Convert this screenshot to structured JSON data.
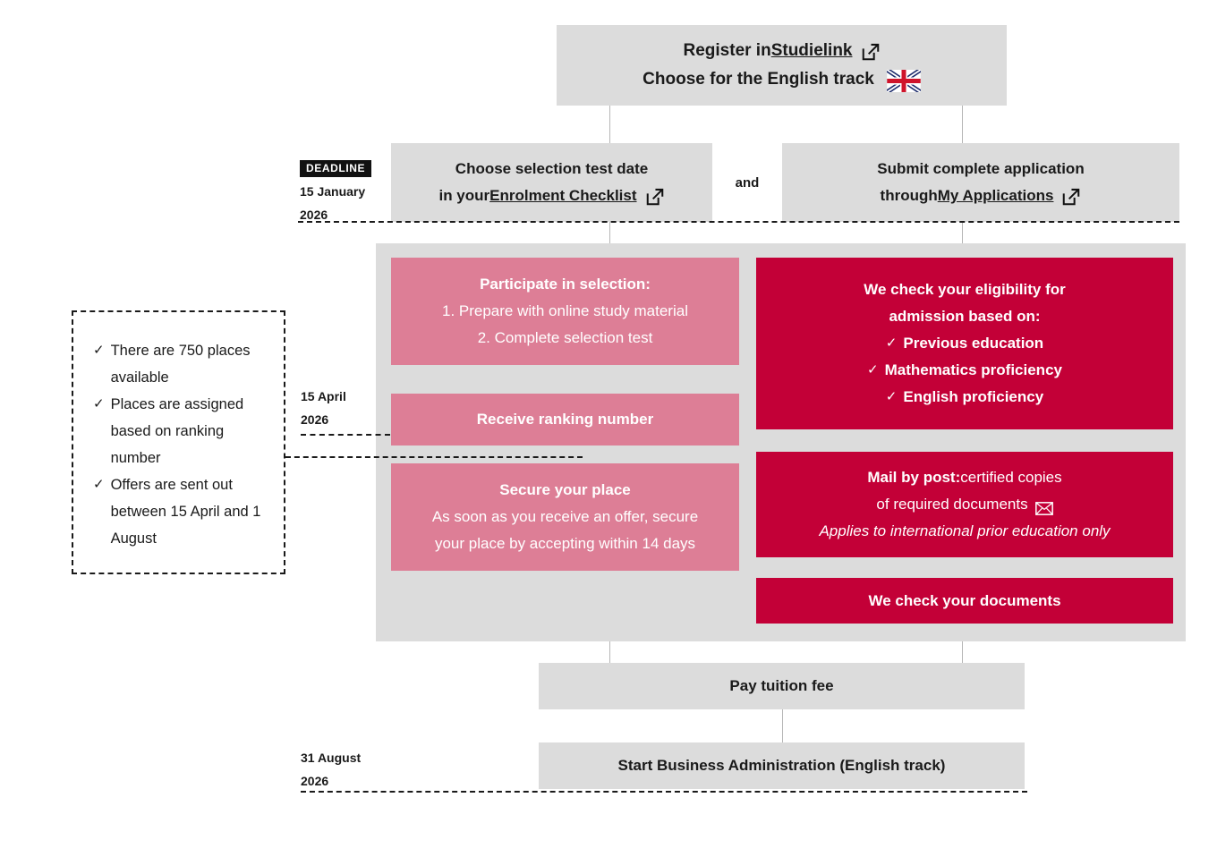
{
  "meta": {
    "title": "Business Administration (English track) application flowchart",
    "colors": {
      "grey": "#dcdcdc",
      "pink": "#dd7e96",
      "red": "#c30037",
      "black": "#111111",
      "white": "#ffffff"
    }
  },
  "register": {
    "line1_pre": "Register in ",
    "line1_link": "Studielink",
    "line2": "Choose for the English track",
    "external_icon": "external-link-icon",
    "flag_icon": "uk-flag-icon"
  },
  "deadline_january": {
    "tag": "DEADLINE",
    "date_line1": "15 January",
    "date_line2": "2026"
  },
  "selection_test": {
    "line1": "Choose selection test date",
    "line2_pre": "in your ",
    "line2_link": "Enrolment Checklist",
    "external_icon": "external-link-icon"
  },
  "connector_and": "and",
  "submit_application": {
    "line1": "Submit complete application",
    "line2_pre": "through ",
    "line2_link": "My Applications",
    "external_icon": "external-link-icon"
  },
  "info_box": {
    "items": [
      "There are 750 places available",
      "Places are assigned based on ranking number",
      "Offers are sent out between 15 April and 1 August"
    ],
    "check_glyph": "✓"
  },
  "date_april": {
    "date_line1": "15 April",
    "date_line2": "2026"
  },
  "participate": {
    "title": "Participate in selection:",
    "line2": "1. Prepare with online study material",
    "line3": "2. Complete selection test"
  },
  "ranking": {
    "title": "Receive ranking number"
  },
  "secure": {
    "title": "Secure your place",
    "line2": "As soon as you receive an offer, secure",
    "line3": "your place by accepting within 14 days"
  },
  "eligibility": {
    "line1": "We check your eligibility for",
    "line2": "admission based on:",
    "items": [
      "Previous education",
      "Mathematics proficiency",
      "English proficiency"
    ],
    "check_glyph": "✓"
  },
  "mail_post": {
    "line1_bold": "Mail by post:",
    "line1_rest": " certified copies",
    "line2": "of required documents",
    "line3_italic": "Applies to international prior education only",
    "mail_icon": "envelope-icon"
  },
  "check_documents": {
    "title": "We check your documents"
  },
  "tuition": {
    "title": "Pay tuition fee"
  },
  "date_august": {
    "date_line1": "31 August",
    "date_line2": "2026"
  },
  "start_programme": {
    "title": "Start Business Administration (English track)"
  }
}
